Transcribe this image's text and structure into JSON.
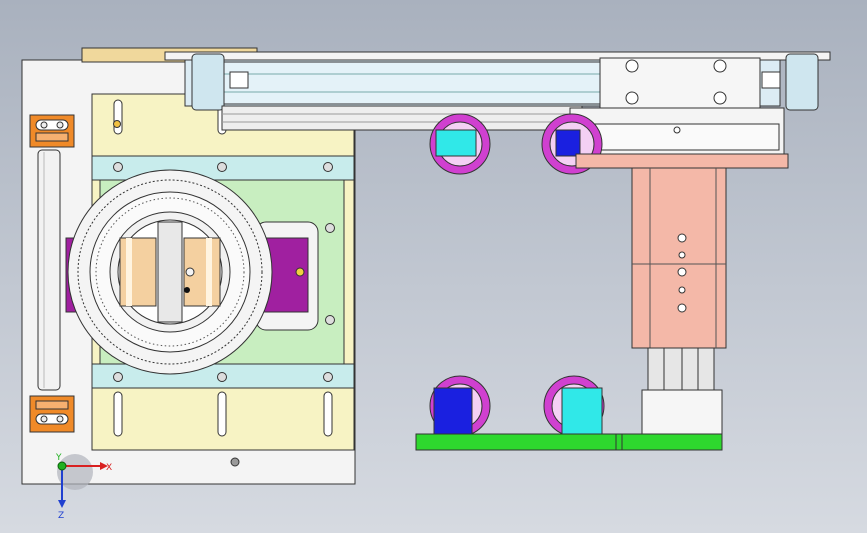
{
  "viewport": {
    "background_top": "#a9b1be",
    "background_bottom": "#d6dae1"
  },
  "triad": {
    "x_label": "X",
    "y_label": "Y",
    "z_label": "Z",
    "x_color": "#d92020",
    "y_color": "#20b020",
    "z_color": "#2040d0"
  },
  "parts": {
    "base_plate_color": "#f4f4f4",
    "slide_plate_color": "#f7f3c4",
    "cyan_clamp_color": "#c8ecec",
    "green_block_color": "#c8eec0",
    "magenta_block_color": "#a020a0",
    "purple_ring_color": "#d040d0",
    "cyan_wheel_color": "#30e8e8",
    "blue_wheel_color": "#1a20e0",
    "green_rail_color": "#2ed82e",
    "pink_column_color": "#f4b8a8",
    "orange_bracket_color": "#f08a28",
    "cylinder_color": "#dcecf4"
  }
}
